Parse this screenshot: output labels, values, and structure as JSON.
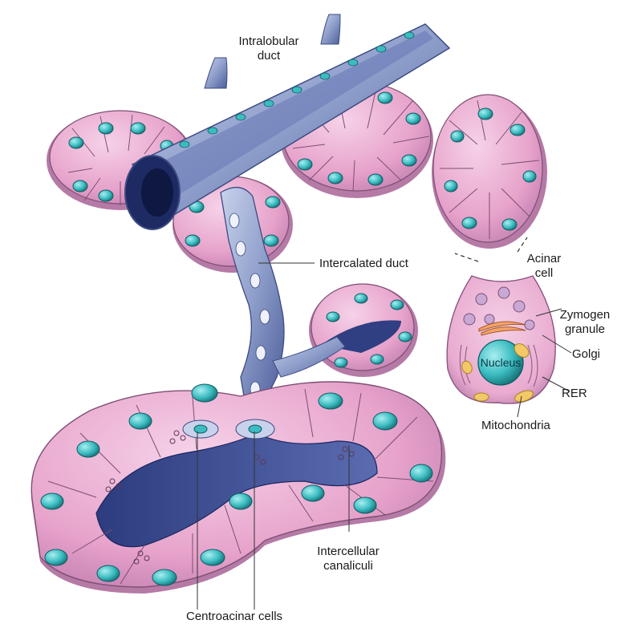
{
  "diagram": {
    "labels": {
      "intralobular_duct": [
        "Intralobular",
        "duct"
      ],
      "intercalated_duct": "Intercalated duct",
      "acinar_cell": [
        "Acinar",
        "cell"
      ],
      "zymogen_granule": [
        "Zymogen",
        "granule"
      ],
      "golgi": "Golgi",
      "nucleus": "Nucleus",
      "rer": "RER",
      "mitochondria": "Mitochondria",
      "intercellular_canaliculi": [
        "Intercellular",
        "canaliculi"
      ],
      "centroacinar_cells": "Centroacinar cells"
    },
    "colors": {
      "acinar_cell_fill": "#e9a8cf",
      "acinar_cell_shade": "#b57aa6",
      "nucleus_fill": "#3bbcc0",
      "duct_fill": "#8a9ac6",
      "lumen_fill": "#2c3c7e",
      "golgi_fill": "#f3a46a",
      "mitochondria_fill": "#f2c868"
    }
  }
}
